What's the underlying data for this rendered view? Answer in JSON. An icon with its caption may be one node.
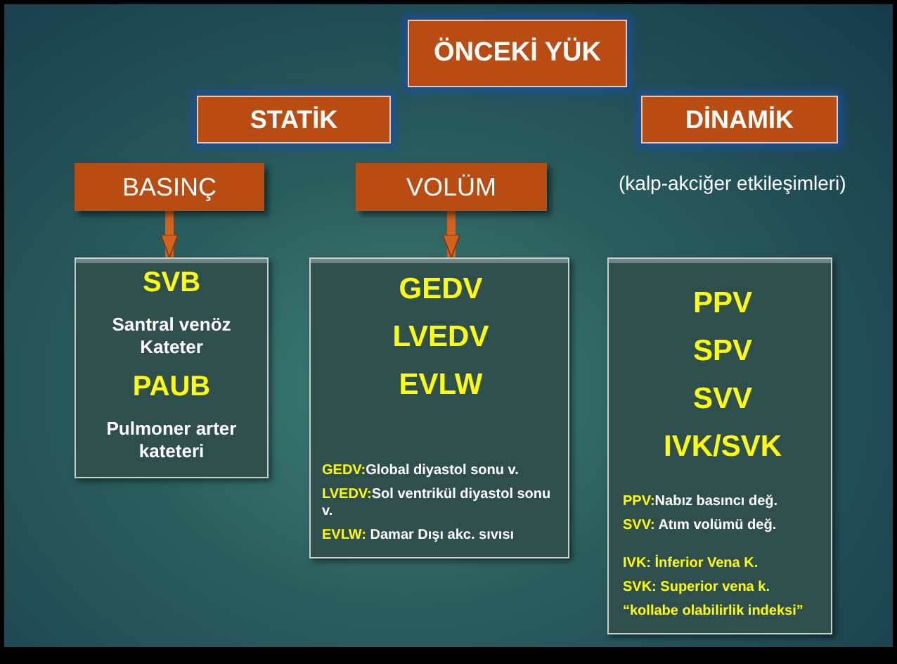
{
  "diagram": {
    "nodes": [
      {
        "text": [
          "ÖNCEKİ YÜK"
        ]
      },
      {
        "text": [
          "STATİK"
        ]
      },
      {
        "text": [
          "DİNAMİK"
        ]
      },
      {
        "text": [
          "BASINÇ"
        ]
      },
      {
        "text": [
          "VOLÜM"
        ]
      },
      {
        "text": [
          "SVB",
          "Santral venöz Kateter",
          "PAUB",
          "Pulmoner arter kateteri"
        ]
      },
      {
        "text": [
          "GEDV",
          "LVEDV",
          "EVLW",
          "GEDV:Global diyastol sonu v.",
          "LVEDV:Sol ventrikül diyastol sonu v.",
          "EVLW: Damar Dışı akc. sıvısı"
        ]
      },
      {
        "text": [
          "PPV",
          "SPV",
          "SVV",
          "IVK/SVK",
          "PPV:Nabız basıncı değ.",
          "SVV: Atım volümü değ.",
          "IVK: İnferior Vena K.",
          "SVK: Superior vena k.",
          "“kollabe olabilirlik indeksi”"
        ]
      }
    ],
    "edges": [
      {
        "from": 3,
        "to": 5,
        "arrow": "to"
      },
      {
        "from": 4,
        "to": 6,
        "arrow": "to"
      }
    ],
    "labels": [
      "(kalp-akciğer etkileşimleri)"
    ]
  }
}
